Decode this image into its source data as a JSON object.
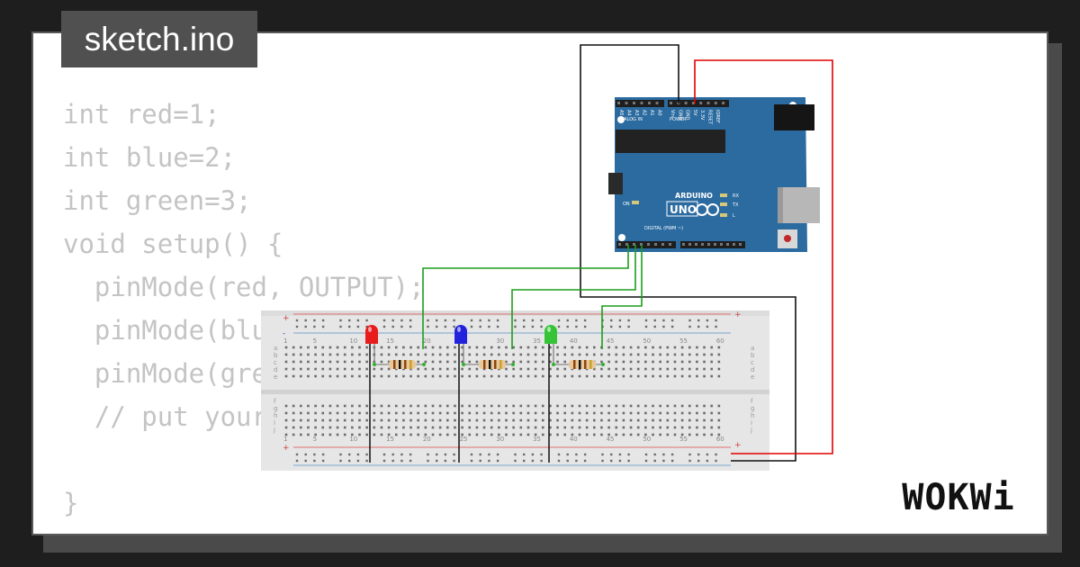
{
  "file_tab": {
    "name": "sketch.ino"
  },
  "code_lines": [
    "int red=1;",
    "int blue=2;",
    "int green=3;",
    "void setup() {",
    "  pinMode(red, OUTPUT);",
    "  pinMode(blue, OUTPUT);",
    "  pinMode(green, OUTPUT);",
    "  // put your setup code here, to run once:",
    "",
    "}"
  ],
  "board": {
    "name": "UNO",
    "brand": "ARDUINO",
    "header_labels": {
      "analog": "ANALOG IN",
      "power": "POWER",
      "digital": "DIGITAL (PWM ~)"
    },
    "pins_analog": [
      "A5",
      "A4",
      "A3",
      "A2",
      "A1",
      "A0"
    ],
    "pins_power": [
      "Vin",
      "GND",
      "GND",
      "5V",
      "3.3V",
      "RESET",
      "IOREF"
    ],
    "leds": [
      "TX",
      "RX",
      "L",
      "ON"
    ],
    "color": "#2c6ba0"
  },
  "breadboard": {
    "column_numbers": [
      "1",
      "5",
      "10",
      "15",
      "20",
      "25",
      "30",
      "35",
      "40",
      "45",
      "50",
      "55",
      "60"
    ],
    "rows_top": [
      "a",
      "b",
      "c",
      "d",
      "e"
    ],
    "rows_bottom": [
      "f",
      "g",
      "h",
      "i",
      "j"
    ],
    "rail_symbols": [
      "+",
      "-"
    ]
  },
  "leds": [
    {
      "color_name": "red",
      "color": "#e81c1c"
    },
    {
      "color_name": "blue",
      "color": "#2222dd"
    },
    {
      "color_name": "green",
      "color": "#35c435"
    }
  ],
  "wire_colors": {
    "red": "#e00000",
    "black": "#111111",
    "green": "#1c9e1c"
  },
  "brand_logo": {
    "text": "WOKWi"
  }
}
